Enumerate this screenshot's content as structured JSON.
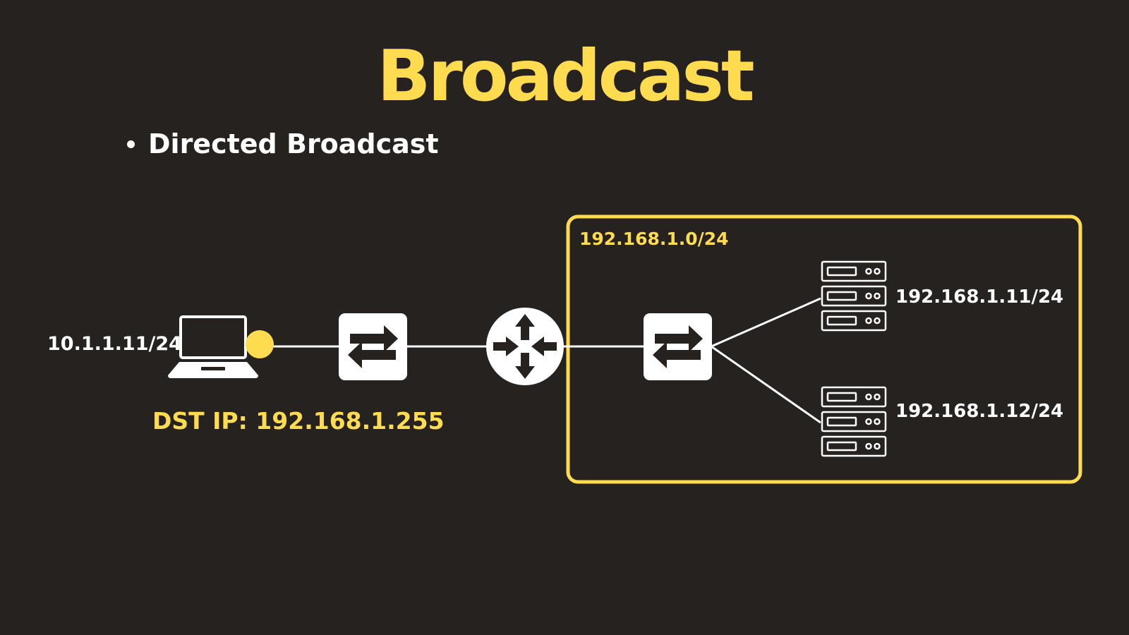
{
  "title": "Broadcast",
  "bullet": "Directed Broadcast",
  "diagram": {
    "accent_color": "#FFDB4F",
    "background_color": "#252220",
    "subnet_label": "192.168.1.0/24",
    "host_ip": "10.1.1.11/24",
    "dst_label": "DST IP: 192.168.1.255",
    "server1_ip": "192.168.1.11/24",
    "server2_ip": "192.168.1.12/24",
    "icons": [
      "laptop-icon",
      "switch-icon",
      "router-icon",
      "switch-icon",
      "server-icon",
      "server-icon"
    ]
  }
}
